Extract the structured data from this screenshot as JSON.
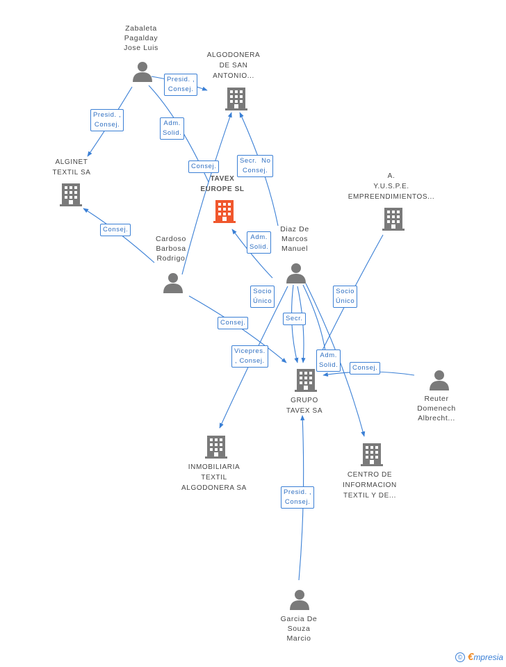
{
  "nodes": {
    "zabaleta": "Zabaleta\nPagalday\nJose Luis",
    "algodonera": "ALGODONERA\nDE SAN\nANTONIO...",
    "alginet": "ALGINET\nTEXTIL SA",
    "tavex_europe": "TAVEX\nEUROPE SL",
    "yuspe": "A.\nY.U.S.P.E.\nEMPREENDIMIENTOS...",
    "cardoso": "Cardoso\nBarbosa\nRodrigo",
    "diaz": "Diaz De\nMarcos\nManuel",
    "grupo_tavex": "GRUPO\nTAVEX SA",
    "reuter": "Reuter\nDomenech\nAlbrecht...",
    "inmobiliaria": "INMOBILIARIA\nTEXTIL\nALGODONERA SA",
    "centro": "CENTRO DE\nINFORMACION\nTEXTIL Y DE...",
    "garcia": "Garcia De\nSouza\nMarcio"
  },
  "edge_labels": {
    "zab_alg": "Presid. ,\nConsej.",
    "zab_alginet": "Presid. ,\nConsej.",
    "zab_grupo": "Adm.\nSolid.",
    "consej_top": "Consej.",
    "secr_no": "Secr.  No\nConsej.",
    "card_alginet": "Consej.",
    "diaz_tavex": "Adm.\nSolid.",
    "socio1": "Socio\nÚnico",
    "socio2": "Socio\nÚnico",
    "card_grupo": "Consej.",
    "secr": "Secr.",
    "vicepres": "Vicepres.\n, Consej.",
    "adm_solid_diaz": "Adm.\nSolid.",
    "reuter_consej": "Consej.",
    "garcia_presid": "Presid. ,\nConsej."
  },
  "brand": {
    "copyright": "©",
    "e": "€",
    "word": "mpresia"
  },
  "colors": {
    "edge": "#3a7fd5",
    "building": "#7a7a7a",
    "building_focus": "#f0572d",
    "person": "#7a7a7a"
  }
}
